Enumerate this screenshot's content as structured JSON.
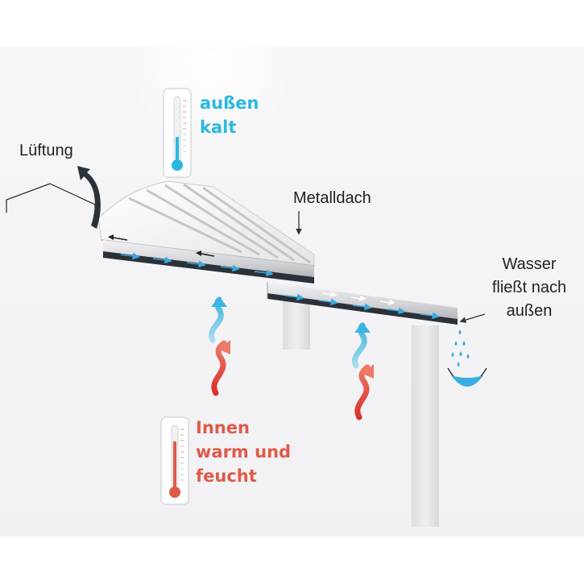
{
  "labels": {
    "outside_line1": "außen",
    "outside_line2": "kalt",
    "ventilation": "Lüftung",
    "metal_roof": "Metalldach",
    "water_line1": "Wasser",
    "water_line2": "fließt nach",
    "water_line3": "außen",
    "inside_line1": "Innen",
    "inside_line2": "warm und",
    "inside_line3": "feucht"
  },
  "colors": {
    "cold": "#2bb8df",
    "warm": "#e05a4a",
    "membrane": "#2a3138",
    "flow_arrow": "#3aa8dc"
  },
  "icons": {
    "cold_thermometer": "thermometer-cold-icon",
    "warm_thermometer": "thermometer-warm-icon",
    "vent_arrow": "curved-arrow-icon",
    "water_drops": "water-drops-icon"
  }
}
